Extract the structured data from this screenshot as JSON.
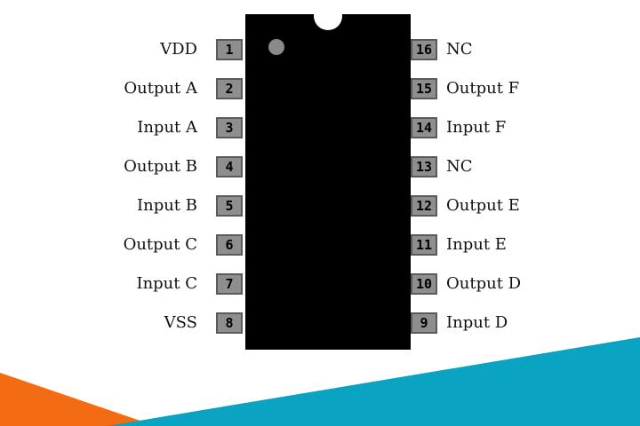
{
  "colors": {
    "chip_body": "#000000",
    "pin_fill": "#8e8e8e",
    "accent_orange": "#f36b12",
    "accent_teal": "#0aa3c2"
  },
  "pins_left": [
    {
      "number": "1",
      "label": "VDD"
    },
    {
      "number": "2",
      "label": "Output A"
    },
    {
      "number": "3",
      "label": "Input A"
    },
    {
      "number": "4",
      "label": "Output B"
    },
    {
      "number": "5",
      "label": "Input B"
    },
    {
      "number": "6",
      "label": "Output C"
    },
    {
      "number": "7",
      "label": "Input C"
    },
    {
      "number": "8",
      "label": "VSS"
    }
  ],
  "pins_right": [
    {
      "number": "16",
      "label": "NC"
    },
    {
      "number": "15",
      "label": "Output F"
    },
    {
      "number": "14",
      "label": "Input F"
    },
    {
      "number": "13",
      "label": "NC"
    },
    {
      "number": "12",
      "label": "Output E"
    },
    {
      "number": "11",
      "label": "Input E"
    },
    {
      "number": "10",
      "label": "Output D"
    },
    {
      "number": "9",
      "label": "Input D"
    }
  ]
}
